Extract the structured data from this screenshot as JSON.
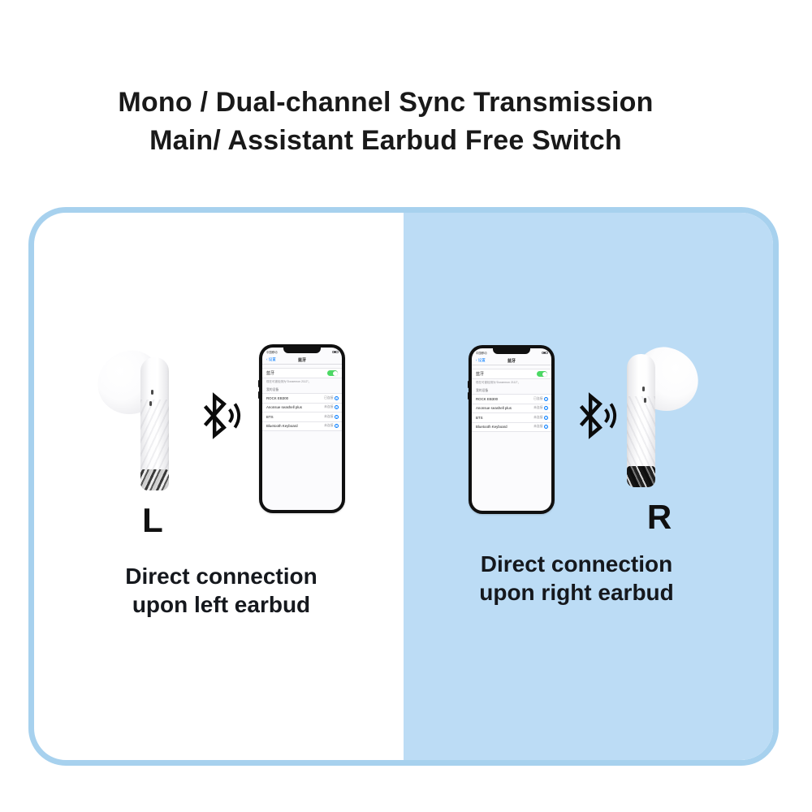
{
  "title": {
    "line1": "Mono / Dual-channel Sync Transmission",
    "line2": "Main/ Assistant Earbud Free Switch"
  },
  "colors": {
    "panel_border": "#a7d1ee",
    "right_panel_fill": "#bcdcf5",
    "ios_blue": "#007aff",
    "toggle_green": "#4cd964",
    "title_text": "#191919"
  },
  "icons": {
    "bluetooth": "bluetooth-with-sound-waves",
    "info": "circled-i",
    "battery": "battery-level"
  },
  "left_panel": {
    "earbud_label": "L",
    "caption_line1": "Direct connection",
    "caption_line2": "upon left earbud"
  },
  "right_panel": {
    "earbud_label": "R",
    "caption_line1": "Direct connection",
    "caption_line2": "upon right earbud"
  },
  "phone": {
    "status_carrier": "中国移动",
    "nav_back": "‹ 设置",
    "nav_title": "蓝牙",
    "toggle_label": "蓝牙",
    "discoverable_text": "现在可被检测为“Doraemon 2112”。",
    "section_label": "我的设备",
    "info_icon": "i",
    "devices": [
      {
        "name": "ROCK EB300",
        "status": "已连接"
      },
      {
        "name": "Anonsue seashell plus",
        "status": "未连接"
      },
      {
        "name": "BTS",
        "status": "未连接"
      },
      {
        "name": "Bluetooth Keyboard",
        "status": "未连接"
      }
    ]
  }
}
